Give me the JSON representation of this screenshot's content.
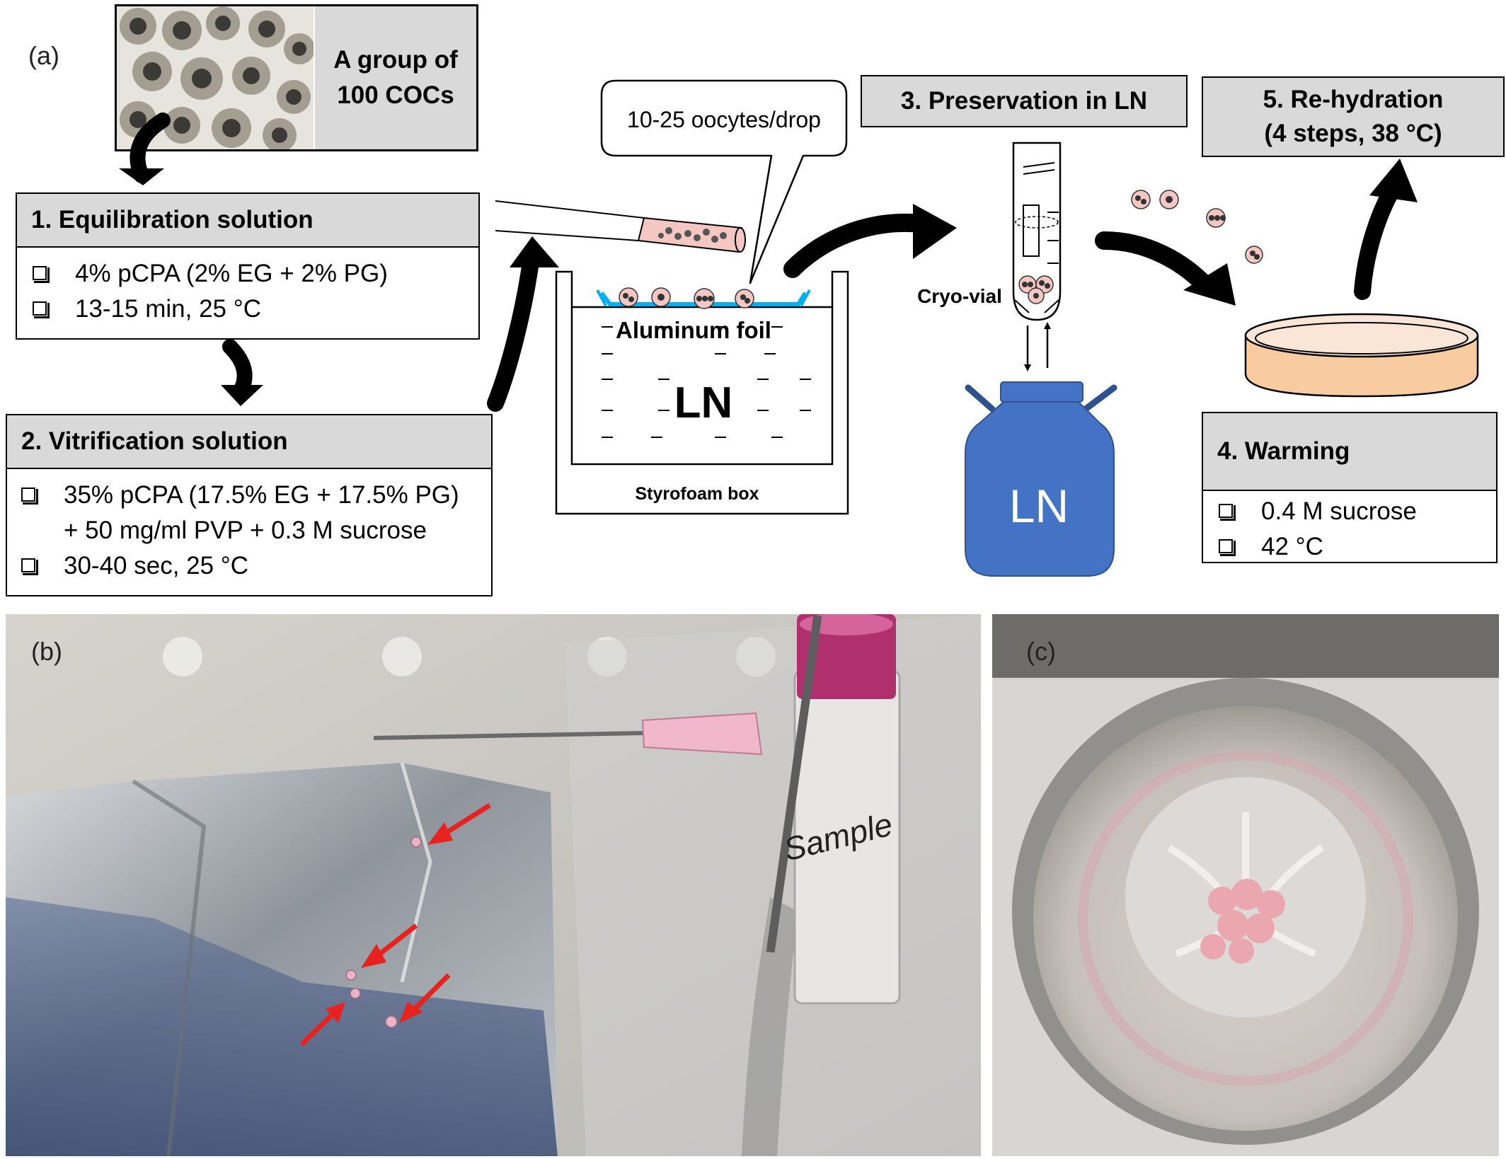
{
  "panel_labels": {
    "a": "(a)",
    "b": "(b)",
    "c": "(c)"
  },
  "coc_group": {
    "line1": "A group of",
    "line2": "100 COCs"
  },
  "step1": {
    "title": "1. Equilibration solution",
    "items": [
      "4% pCPA (2% EG + 2% PG)",
      "13-15 min, 25 °C"
    ]
  },
  "step2": {
    "title": "2. Vitrification solution",
    "item1_line1": "35% pCPA (17.5% EG + 17.5% PG)",
    "item1_line2": "+  50 mg/ml PVP +  0.3 M sucrose",
    "item2": "30-40 sec, 25 °C"
  },
  "callout": "10-25 oocytes/drop",
  "aluminum_foil": "Aluminum foil",
  "ln_bath": "LN",
  "styrofoam_box": "Styrofoam box",
  "step3": {
    "title": "3. Preservation in LN"
  },
  "cryo_vial": "Cryo-vial",
  "ln_tank": "LN",
  "step4": {
    "title": "4. Warming",
    "items": [
      "0.4 M sucrose",
      "42 °C"
    ]
  },
  "step5": {
    "line1": "5. Re-hydration",
    "line2": "(4 steps, 38 °C)"
  },
  "photo_b": {
    "vial_label": "Sample"
  },
  "colors": {
    "header_gray": "#d9d9d9",
    "ln_tank_blue": "#4472c4",
    "foil_blue": "#00b0f0",
    "oocyte_pink": "#f4c7c3",
    "dish_orange": "#f8cba0",
    "arrow_red": "#e8231f",
    "vial_cap_magenta": "#b0306e"
  }
}
